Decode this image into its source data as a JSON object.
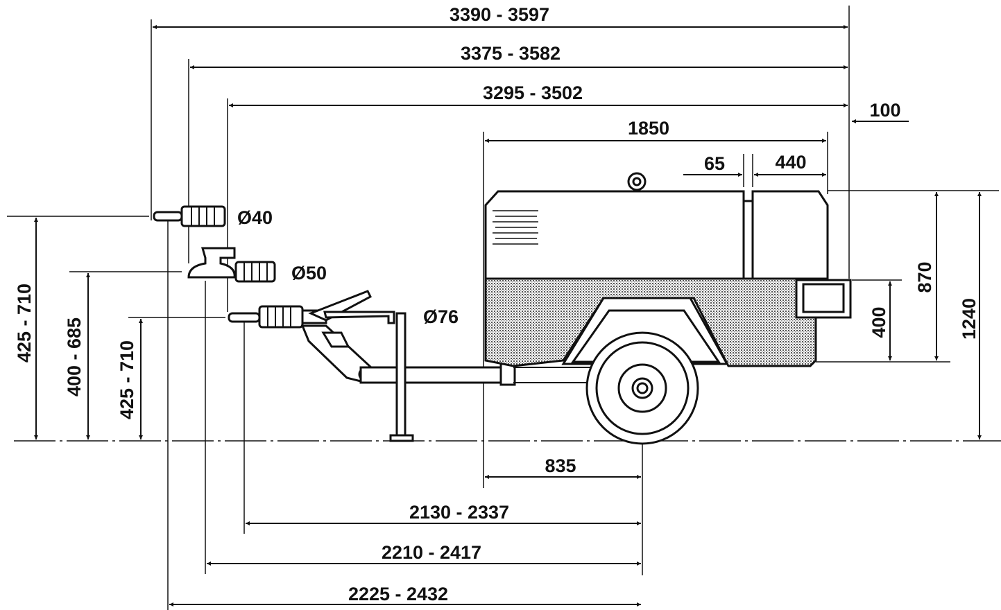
{
  "dimensions": {
    "overall_1": "3390 - 3597",
    "overall_2": "3375 - 3582",
    "overall_3": "3295 - 3502",
    "rear_offset": "100",
    "body_length": "1850",
    "gap": "65",
    "rear_section": "440",
    "axle_to_front": "835",
    "axle_to_eye_76": "2130 - 2337",
    "axle_to_eye_50": "2210 - 2417",
    "axle_to_eye_40": "2225 - 2432",
    "height_40": "425 - 710",
    "height_50": "400 - 685",
    "height_76": "425 - 710",
    "height_outlet": "400",
    "height_body": "870",
    "height_total": "1240"
  },
  "couplings": {
    "d40": "Ø40",
    "d50": "Ø50",
    "d76": "Ø76"
  }
}
